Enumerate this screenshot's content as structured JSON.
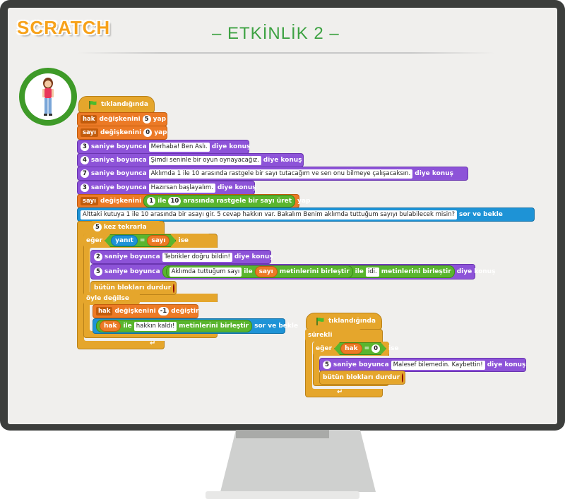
{
  "header": {
    "logo": "SCRATCH",
    "title": "– ETKİNLİK 2 –"
  },
  "sprite": {
    "icon": "girl-sprite-icon"
  },
  "colors": {
    "events": "#e5a62c",
    "variables": "#ec7a26",
    "looks": "#8d53d8",
    "sensing": "#1e93d6",
    "operators": "#59b52e",
    "title": "#3ea243"
  },
  "script1": {
    "hat": "tıklandığında",
    "set_hak": {
      "var": "hak",
      "text": "değişkenini",
      "value": "5",
      "suffix": "yap"
    },
    "set_sayi": {
      "var": "sayı",
      "text": "değişkenini",
      "value": "0",
      "suffix": "yap"
    },
    "say": [
      {
        "secs": "3",
        "text": "saniye boyunca",
        "msg": "Merhaba! Ben Aslı.",
        "suffix": "diye konuş"
      },
      {
        "secs": "4",
        "text": "saniye boyunca",
        "msg": "Şimdi seninle bir oyun oynayacağız.",
        "suffix": "diye konuş"
      },
      {
        "secs": "7",
        "text": "saniye boyunca",
        "msg": "Aklımda 1 ile 10 arasında rastgele bir sayı tutacağım ve sen onu bilmeye çalışacaksın.",
        "suffix": "diye konuş"
      },
      {
        "secs": "3",
        "text": "saniye boyunca",
        "msg": "Hazırsan başlayalım.",
        "suffix": "diye konuş"
      }
    ],
    "set_random": {
      "var": "sayı",
      "text": "değişkenini",
      "from": "1",
      "mid": "ile",
      "to": "10",
      "op_text": "arasında rastgele bir sayı üret",
      "suffix": "yap"
    },
    "ask": {
      "msg": "Alttaki kutuya 1 ile 10 arasında bir asayı gir. 5 cevap hakkın var. Bakalım Benim aklımda tuttuğum sayıyı bulabilecek misin?",
      "suffix": "sor ve bekle"
    },
    "repeat": {
      "count": "5",
      "text": "kez tekrarla"
    },
    "if": {
      "label": "eğer",
      "left": "yanıt",
      "op": "=",
      "right": "sayı",
      "suffix": "ise"
    },
    "say_correct": {
      "secs": "2",
      "text": "saniye boyunca",
      "msg": "Tebrikler doğru bildin!",
      "suffix": "diye konuş"
    },
    "say_join": {
      "secs": "5",
      "text": "saniye boyunca",
      "msg": "Aklımda tuttuğum sayı",
      "ile1": "ile",
      "var": "sayı",
      "join1": "metinlerini birleştir",
      "ile2": "ile",
      "end": "idi.",
      "join2": "metinlerini birleştir",
      "suffix": "diye konuş"
    },
    "stop_all": "bütün blokları durdur",
    "else": "öyle değilse",
    "change_hak": {
      "var": "hak",
      "text": "değişkenini",
      "value": "-1",
      "suffix": "değiştir"
    },
    "ask_join": {
      "var": "hak",
      "ile": "ile",
      "msg": "hakkın kaldı!",
      "join": "metinlerini birleştir",
      "suffix": "sor ve bekle"
    }
  },
  "script2": {
    "hat": "tıklandığında",
    "forever": "sürekli",
    "if": {
      "label": "eğer",
      "var": "hak",
      "op": "=",
      "value": "0",
      "suffix": "ise"
    },
    "say": {
      "secs": "5",
      "text": "saniye boyunca",
      "msg": "Malesef bilemedin. Kaybettin!",
      "suffix": "diye konuş"
    },
    "stop_all": "bütün blokları durdur"
  }
}
